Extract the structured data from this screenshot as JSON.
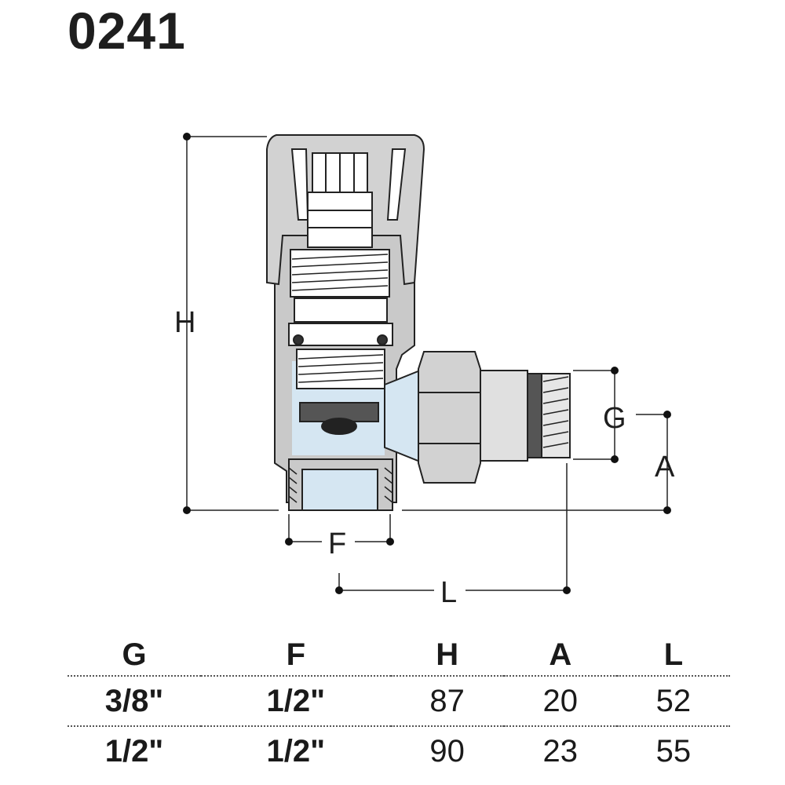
{
  "product_code": "0241",
  "dimensions": {
    "labels": {
      "H": "H",
      "G": "G",
      "A": "A",
      "F": "F",
      "L": "L"
    }
  },
  "table": {
    "headers": [
      "G",
      "F",
      "H",
      "A",
      "L"
    ],
    "rows": [
      [
        "3/8\"",
        "1/2\"",
        "87",
        "20",
        "52"
      ],
      [
        "1/2\"",
        "1/2\"",
        "90",
        "23",
        "55"
      ]
    ]
  },
  "colors": {
    "body_gray": "#c9c9c9",
    "body_dark": "#9b9b9b",
    "water_blue": "#d5e6f2",
    "gasket_dark": "#555555",
    "line": "#222222"
  }
}
